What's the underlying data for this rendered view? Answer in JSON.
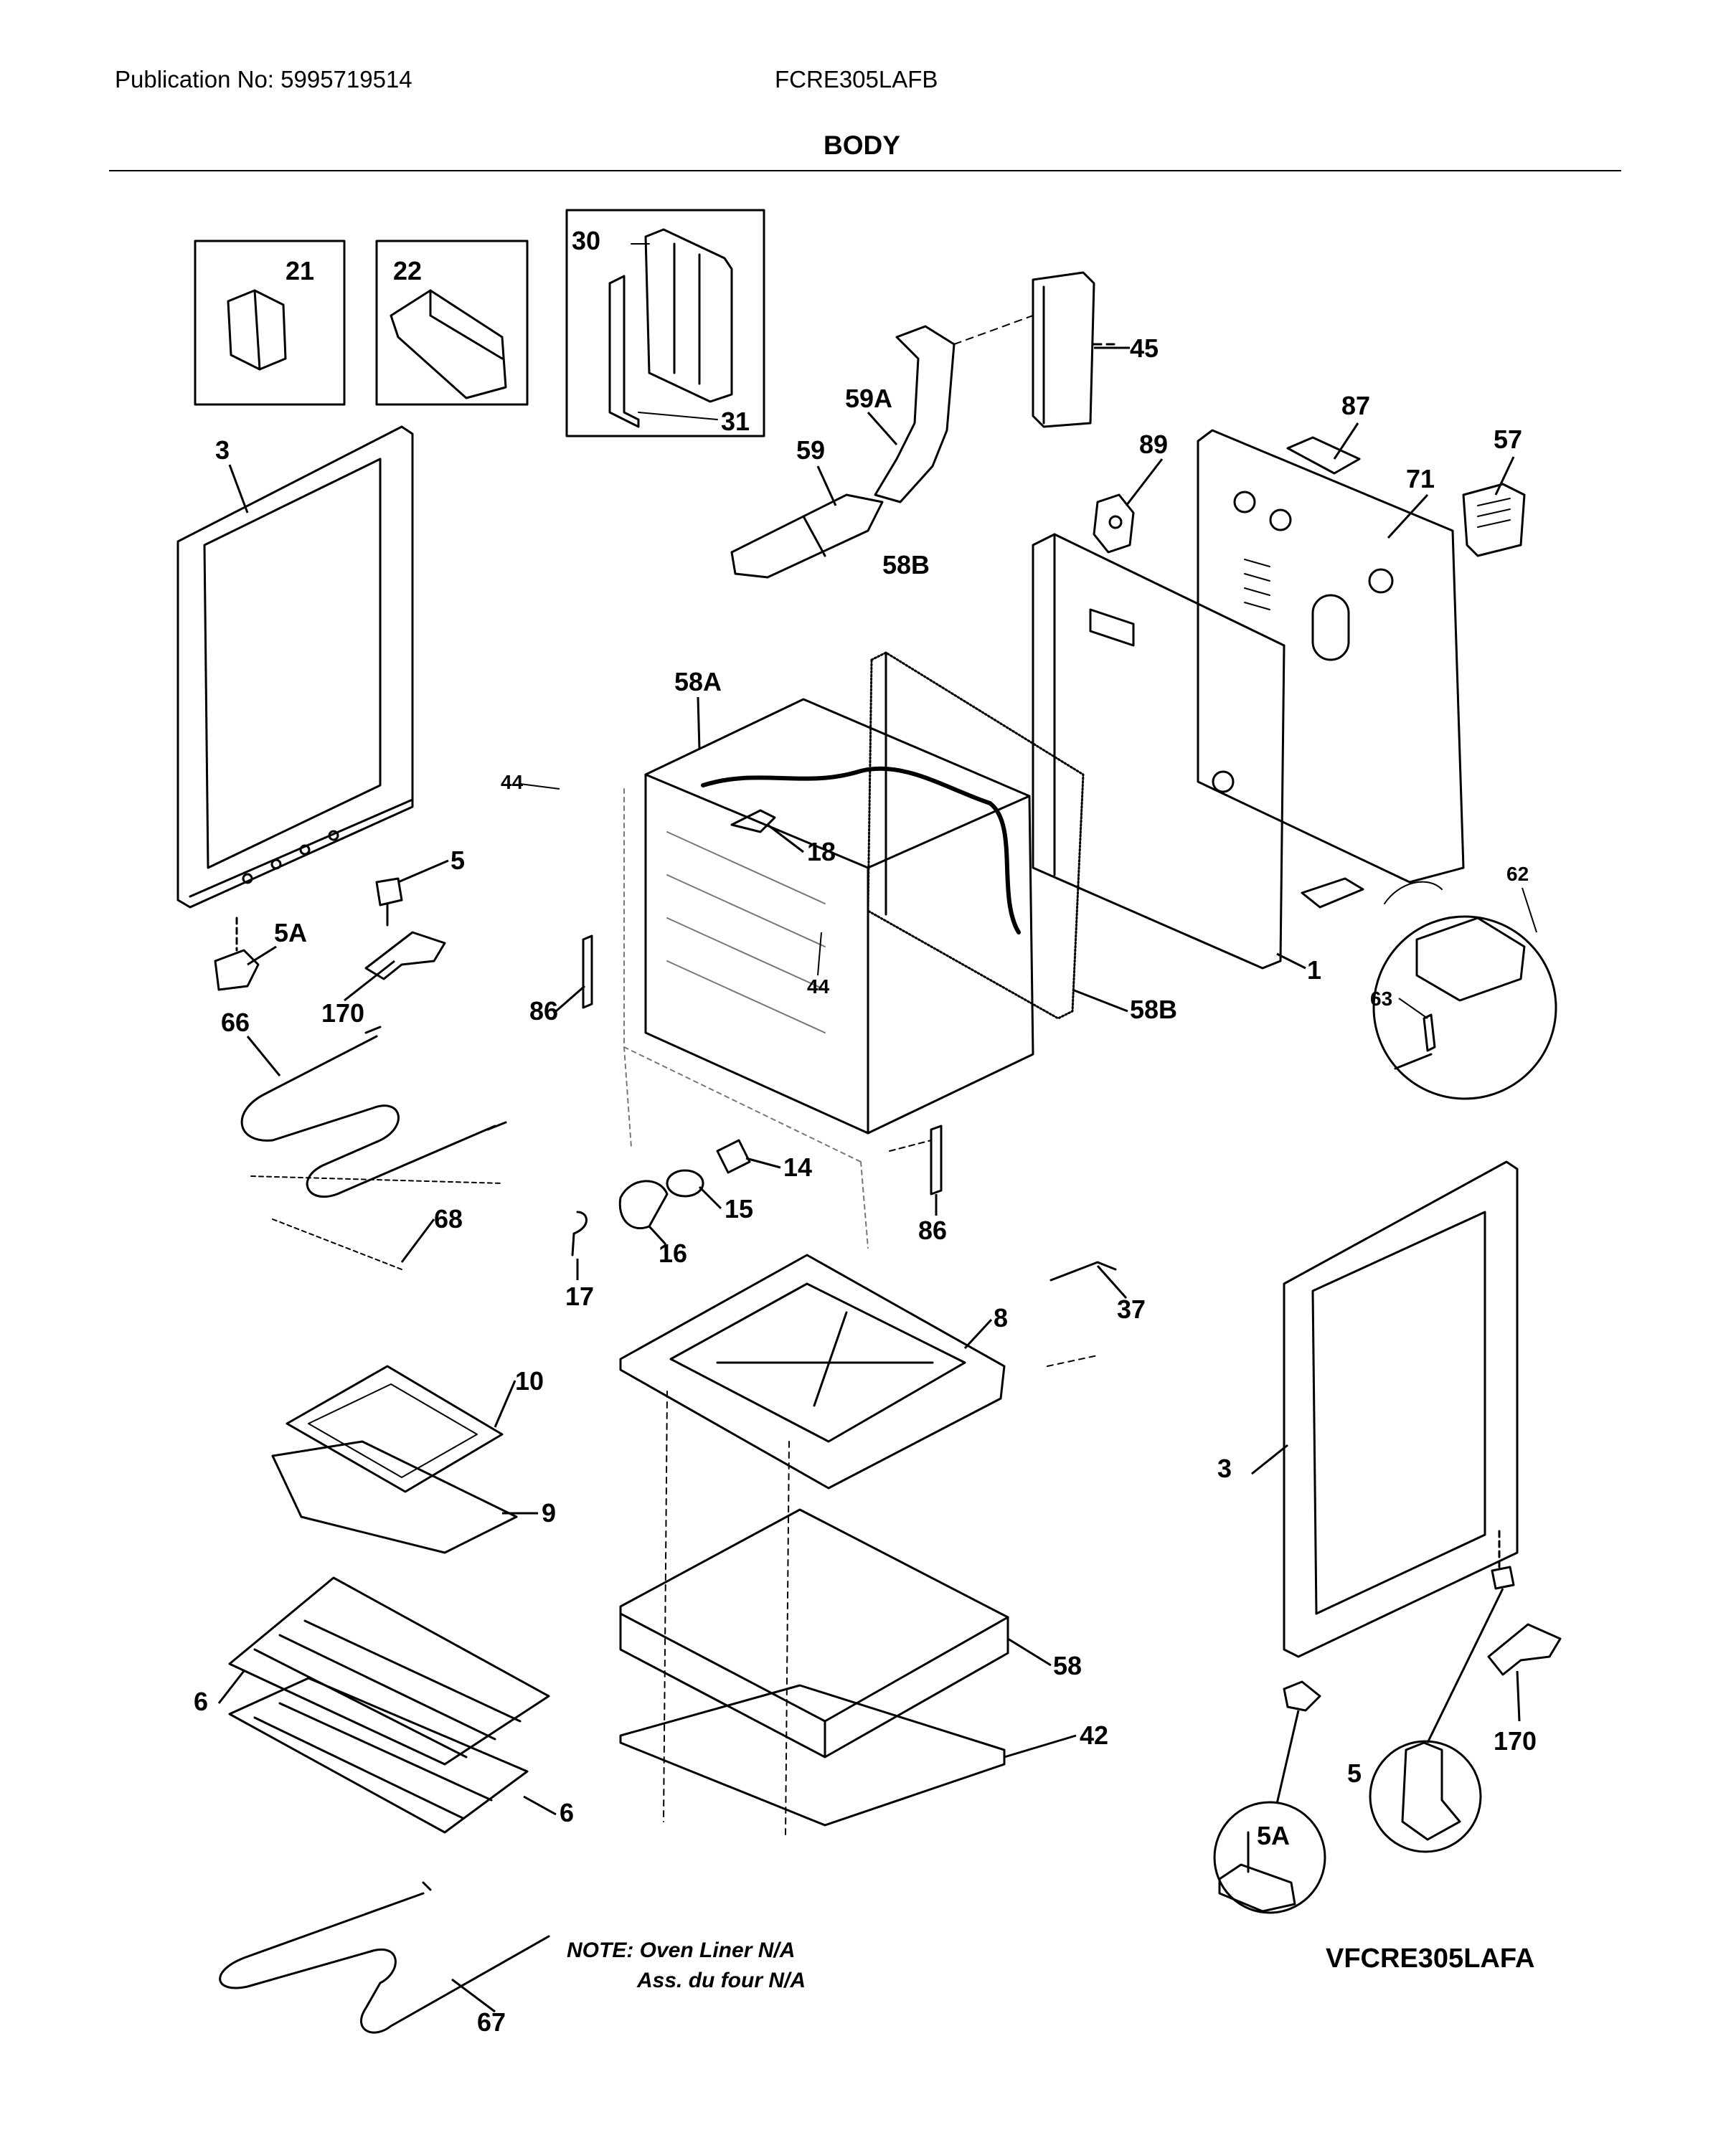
{
  "header": {
    "publication": "Publication No:  5995719514",
    "model": "FCRE305LAFB",
    "section_title": "BODY"
  },
  "callouts": [
    "21",
    "22",
    "30",
    "31",
    "45",
    "59A",
    "59",
    "87",
    "89",
    "57",
    "71",
    "3",
    "58B",
    "58A",
    "44",
    "18",
    "5",
    "5A",
    "170",
    "86",
    "44",
    "1",
    "58B",
    "62",
    "63",
    "66",
    "14",
    "15",
    "16",
    "17",
    "68",
    "86",
    "8",
    "37",
    "10",
    "9",
    "3",
    "58",
    "6",
    "42",
    "6",
    "170",
    "5",
    "5A",
    "67"
  ],
  "note": {
    "line1": "NOTE: Oven Liner N/A",
    "line2": "Ass. du four N/A"
  },
  "drawing_id": "VFCRE305LAFA"
}
